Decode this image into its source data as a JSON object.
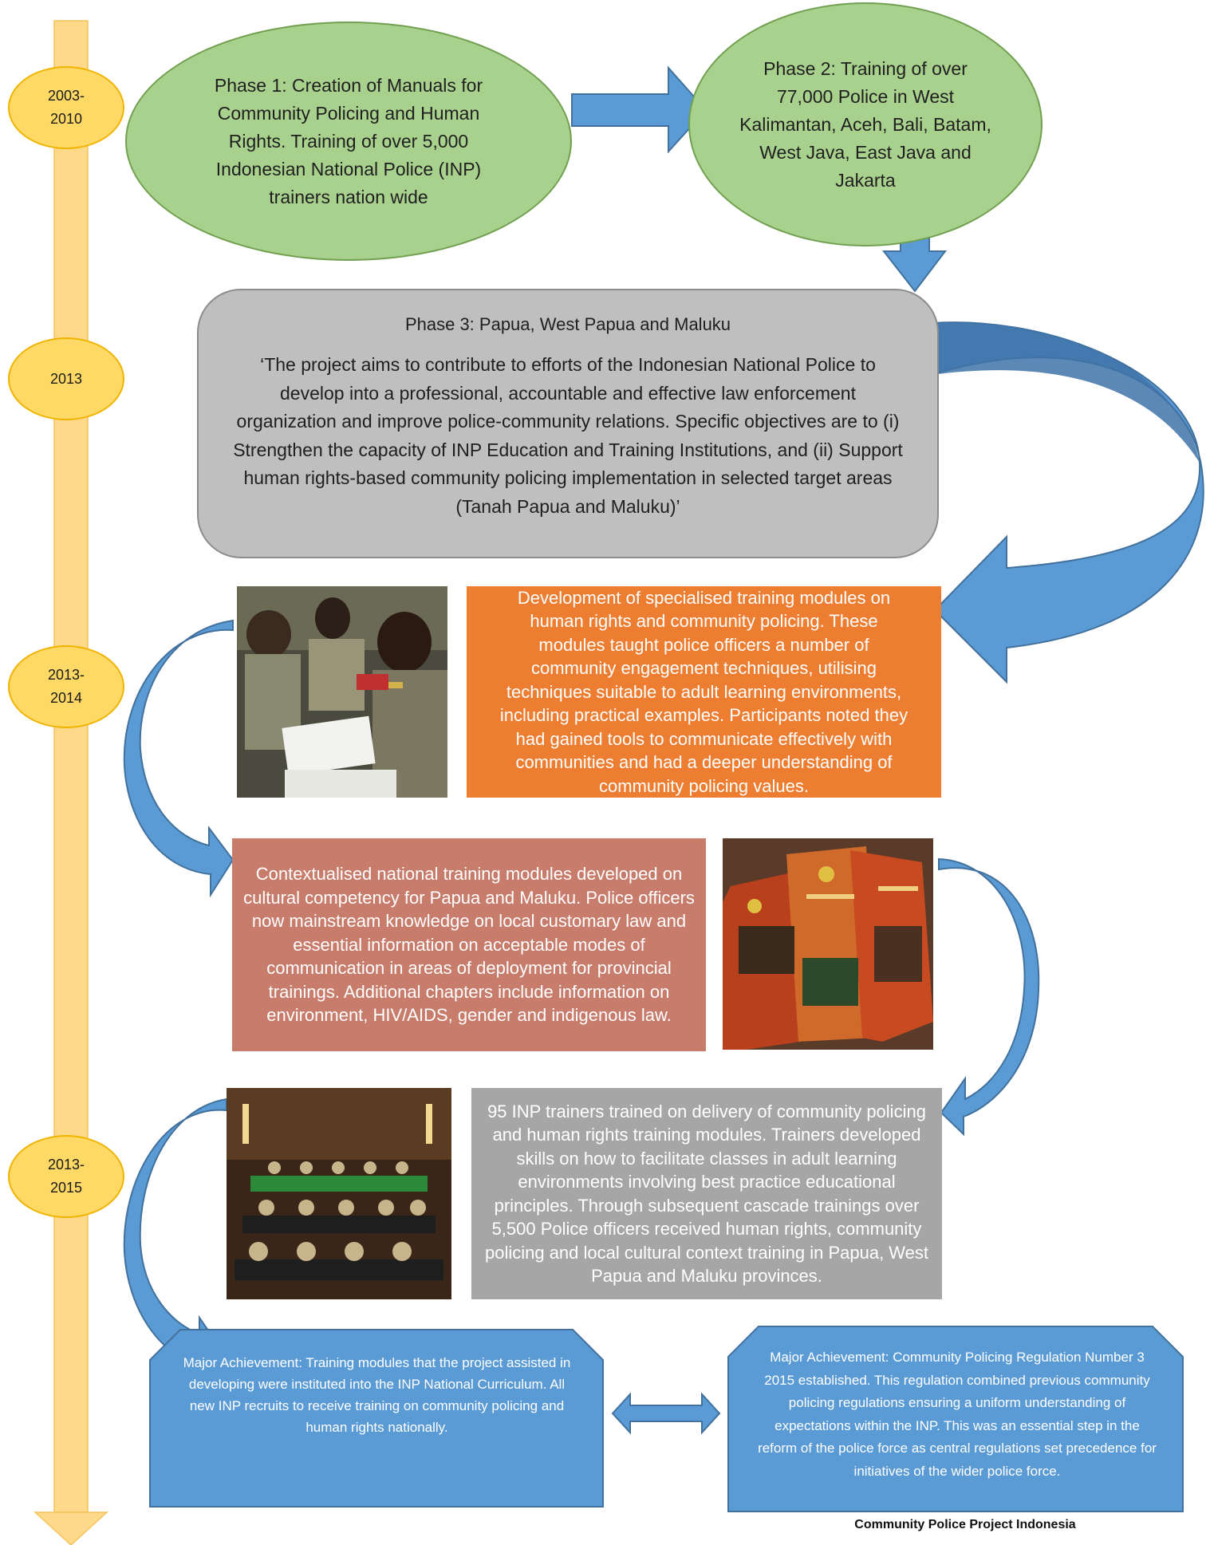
{
  "timeline": {
    "years": [
      {
        "label": "2003-\n2010"
      },
      {
        "label": "2013"
      },
      {
        "label": "2013-\n2014"
      },
      {
        "label": "2013-\n2015"
      }
    ]
  },
  "phase1": {
    "text": "Phase 1: Creation of Manuals for Community Policing and Human Rights. Training of over 5,000 Indonesian National Police (INP) trainers nation wide"
  },
  "phase2": {
    "text": "Phase 2: Training of over 77,000 Police in West Kalimantan, Aceh, Bali, Batam, West Java, East Java and Jakarta"
  },
  "phase3": {
    "title": "Phase 3: Papua, West Papua and Maluku",
    "quote": "‘The project aims to contribute to efforts of the Indonesian National Police to develop into a professional, accountable and effective law enforcement organization and improve police-community relations. Specific objectives are to (i) Strengthen the capacity of INP Education and Training Institutions, and (ii) Support human rights-based community policing implementation in selected target areas (Tanah Papua and Maluku)’"
  },
  "modules": {
    "text": "Development of specialised training modules on human rights and community policing. These modules taught police officers a number of community engagement techniques, utilising techniques suitable to adult learning environments, including practical examples. Participants noted they had gained tools to communicate effectively with communities and had a deeper understanding of community policing values."
  },
  "contextualised": {
    "text": "Contextualised national training modules developed on cultural competency for Papua and Maluku. Police officers now mainstream knowledge on local customary law and essential information on acceptable modes of communication in areas of deployment for provincial trainings. Additional chapters include information on environment, HIV/AIDS, gender and indigenous law."
  },
  "trainers": {
    "text": "95 INP trainers trained on delivery of community policing and human rights training modules. Trainers developed skills on how to facilitate classes in adult learning environments involving best practice educational principles. Through subsequent cascade trainings over 5,500 Police officers received human rights, community policing and local cultural context training in Papua, West Papua and Maluku provinces."
  },
  "achievement1": {
    "text": "Major Achievement: Training modules that the project assisted in developing were instituted into the INP National Curriculum. All new INP recruits to receive training on community policing and human rights nationally."
  },
  "achievement2": {
    "text": "Major Achievement: Community Policing Regulation Number 3 2015 established. This regulation combined previous community policing regulations ensuring a uniform understanding of expectations within the INP. This was an essential step in the reform of the police force as central regulations set precedence for initiatives of the wider police force."
  },
  "footer": {
    "caption": "Community Police Project Indonesia"
  },
  "colors": {
    "timeline": "#ffd98a",
    "year_fill": "#ffd966",
    "phase_oval": "#a9d18e",
    "phase3_box": "#bfbfbf",
    "orange_box": "#ed7d31",
    "rose_box": "#c77c6c",
    "gray_box": "#a6a6a6",
    "blue": "#5b9bd5"
  }
}
